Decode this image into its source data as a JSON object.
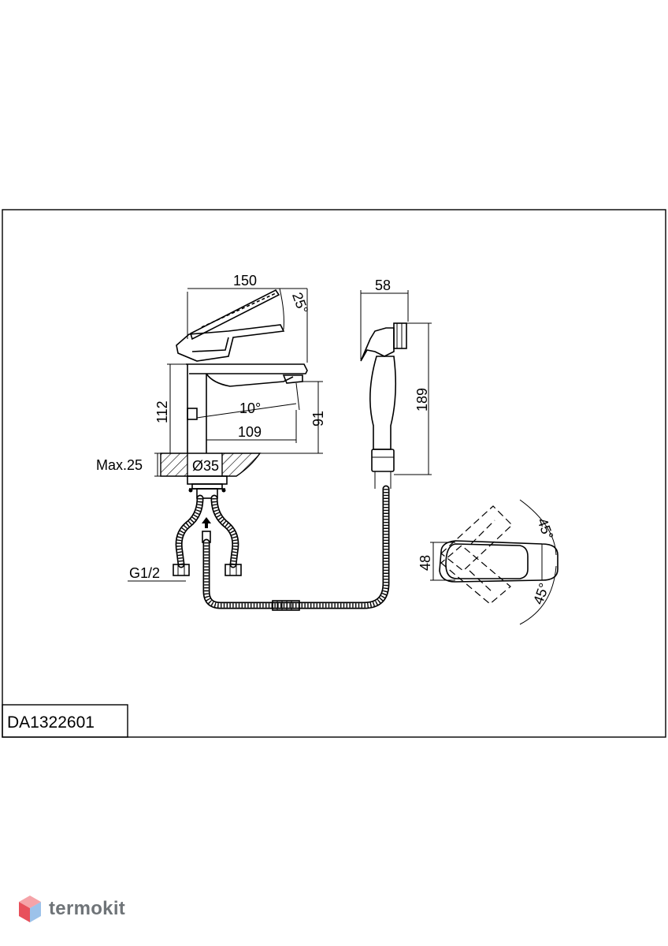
{
  "drawing": {
    "model_code": "DA1322601",
    "dimensions": {
      "body_width": "150",
      "lever_tilt": "25°",
      "body_height": "112",
      "spout_angle": "10°",
      "spout_reach": "109",
      "spout_height": "91",
      "max_deck": "Max.25",
      "hole_diameter": "Ø35",
      "inlet_thread": "G1/2",
      "handset_width": "58",
      "handset_length": "189",
      "handle_width": "48",
      "handle_rotation_upper": "45°",
      "handle_rotation_lower": "45°"
    }
  },
  "watermark": {
    "brand": "termokit",
    "logo_colors": [
      "#e8505b",
      "#4a90d9",
      "#f5a3a8"
    ]
  }
}
